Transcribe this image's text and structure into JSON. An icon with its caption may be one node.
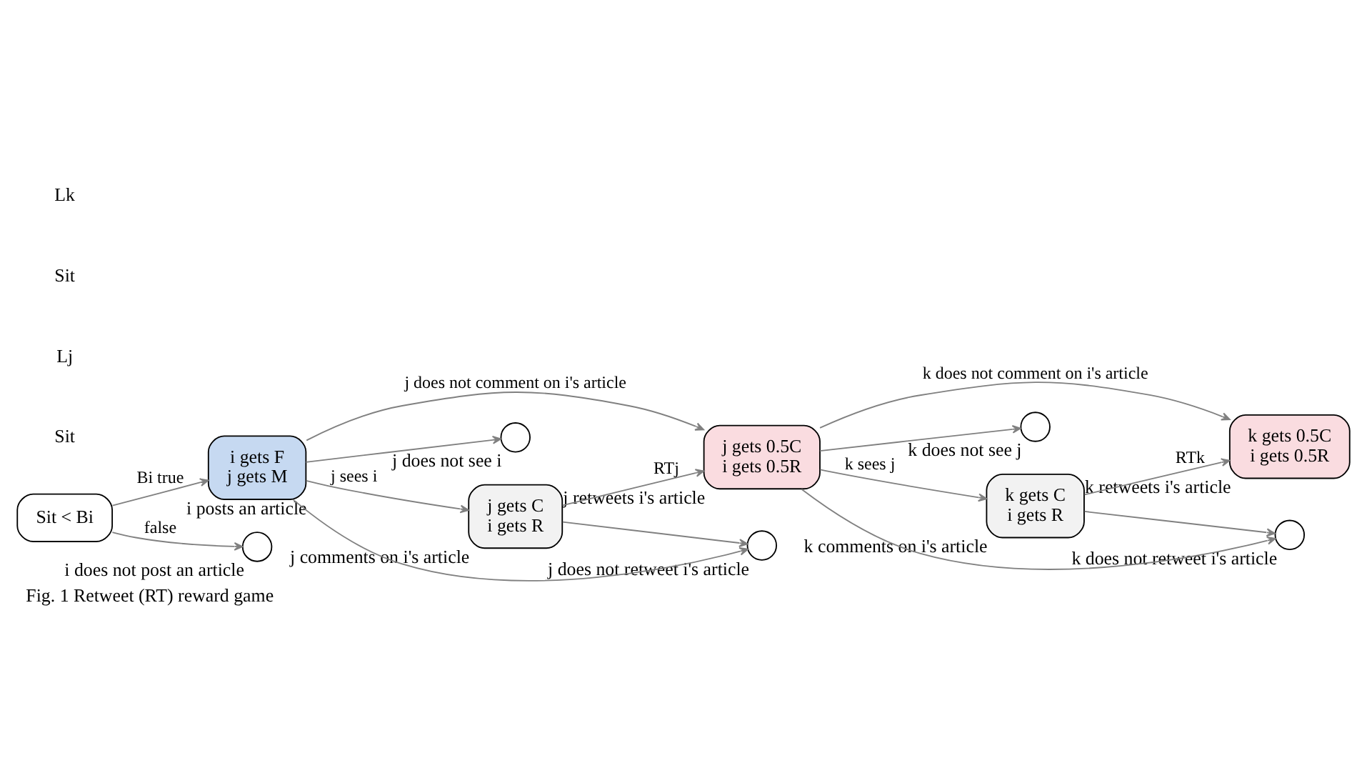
{
  "diagram": {
    "caption": "Fig. 1 Retweet (RT) reward game",
    "nodes": [
      {
        "text": [
          "Sit < Bi"
        ]
      },
      {
        "text": [
          "i gets F",
          "j gets M"
        ],
        "beside": [
          "i posts an article"
        ]
      },
      {
        "text": [],
        "shape": "circle",
        "beside": [
          "i does not post an article"
        ]
      },
      {
        "text": [
          "j gets C",
          "i gets R"
        ],
        "beside": [
          "j comments on i's article"
        ]
      },
      {
        "text": [],
        "shape": "circle",
        "beside": [
          "j does not see i"
        ]
      },
      {
        "text": [
          "j gets 0.5C",
          "i gets 0.5R"
        ],
        "beside": [
          "j retweets i's article"
        ]
      },
      {
        "text": [],
        "shape": "circle",
        "beside": [
          "j does not retweet i's article"
        ]
      },
      {
        "text": [
          "k gets C",
          "i gets R"
        ],
        "beside": [
          "k comments on i's article"
        ]
      },
      {
        "text": [],
        "shape": "circle",
        "beside": [
          "k does not see j"
        ]
      },
      {
        "text": [
          "k gets 0.5C",
          "i gets 0.5R"
        ],
        "beside": [
          "k retweets i's article"
        ]
      },
      {
        "text": [],
        "shape": "circle",
        "beside": [
          "k does not retweet i's article"
        ]
      }
    ],
    "edges": [
      {
        "from": 0,
        "to": 1,
        "arrow": "to",
        "label": "Bi true"
      },
      {
        "from": 0,
        "to": 2,
        "arrow": "to",
        "label": "false"
      },
      {
        "from": 1,
        "to": 3,
        "arrow": "to",
        "label": "j sees i"
      },
      {
        "from": 1,
        "to": 4,
        "arrow": "to"
      },
      {
        "from": 1,
        "to": 5,
        "arrow": "to",
        "label": "j does not comment on i's article"
      },
      {
        "from": 1,
        "to": 6,
        "arrow": "to"
      },
      {
        "from": 3,
        "to": 5,
        "arrow": "to",
        "label": "RTj"
      },
      {
        "from": 3,
        "to": 6,
        "arrow": "to"
      },
      {
        "from": 5,
        "to": 7,
        "arrow": "to",
        "label": "k sees j"
      },
      {
        "from": 5,
        "to": 8,
        "arrow": "to"
      },
      {
        "from": 5,
        "to": 9,
        "arrow": "to",
        "label": "k does not comment on i's article"
      },
      {
        "from": 5,
        "to": 10,
        "arrow": "to"
      },
      {
        "from": 7,
        "to": 9,
        "arrow": "to",
        "label": "RTk"
      },
      {
        "from": 7,
        "to": 10,
        "arrow": "to"
      }
    ],
    "labels": [
      "Sit",
      "Lj",
      "Sit",
      "Lk"
    ]
  }
}
